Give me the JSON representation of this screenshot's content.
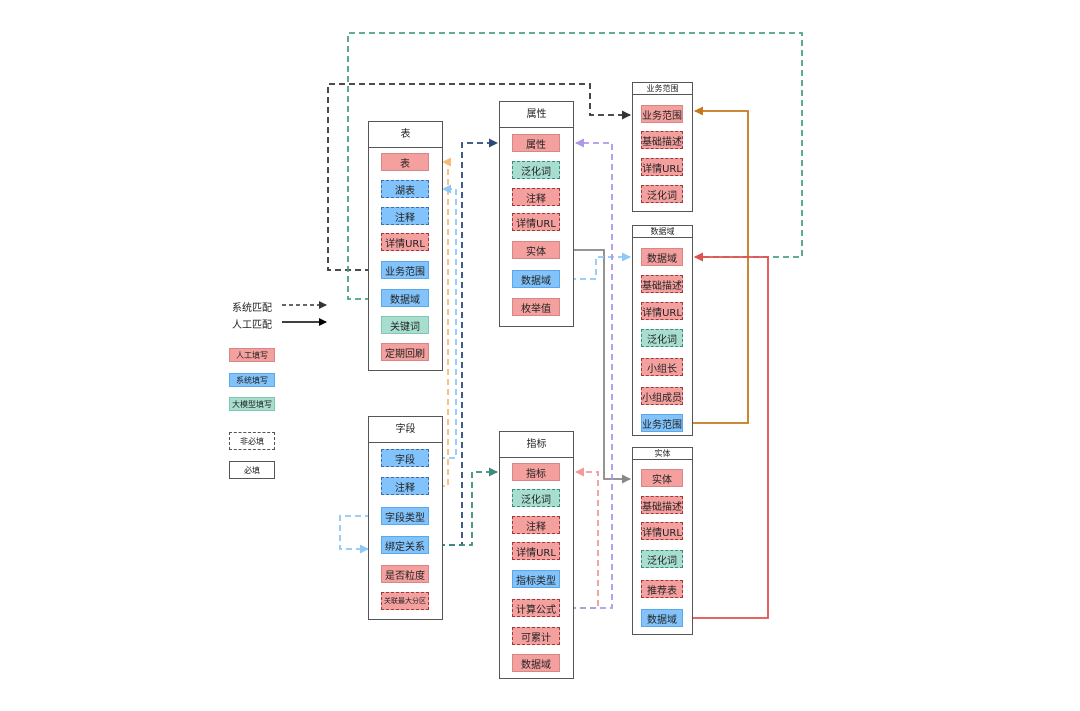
{
  "colors": {
    "manual": "#f4a09f",
    "manual_border": "#d98786",
    "system": "#82c3fb",
    "system_border": "#5aa7ec",
    "llm": "#a8ded0",
    "llm_border": "#82c7b6",
    "conn_system": "#333333",
    "conn_green": "#4aa08b",
    "conn_orange": "#c47a1c",
    "conn_red": "#e25050",
    "conn_navy": "#2b4a7a",
    "conn_peach": "#f5bb7a",
    "conn_lightblue": "#8ec8f6",
    "conn_purple": "#b197ea",
    "conn_gray": "#888888",
    "conn_salmon": "#f09a9a",
    "conn_teal": "#3c8c7c"
  },
  "legend": {
    "system_match": "系统匹配",
    "manual_match": "人工匹配",
    "manual_fill": "人工填写",
    "system_fill": "系统填写",
    "llm_fill": "大模型填写",
    "optional": "非必填",
    "required": "必填"
  },
  "entities": [
    {
      "id": "table",
      "title": "表",
      "fields": [
        {
          "label": "表",
          "kind": "manual",
          "required": true
        },
        {
          "label": "湖表",
          "kind": "system",
          "required": false
        },
        {
          "label": "注释",
          "kind": "system",
          "required": false
        },
        {
          "label": "详情URL",
          "kind": "manual",
          "required": false
        },
        {
          "label": "业务范围",
          "kind": "system",
          "required": true
        },
        {
          "label": "数据域",
          "kind": "system",
          "required": true
        },
        {
          "label": "关键词",
          "kind": "llm",
          "required": true
        },
        {
          "label": "定期回刷",
          "kind": "manual",
          "required": true
        }
      ]
    },
    {
      "id": "field",
      "title": "字段",
      "fields": [
        {
          "label": "字段",
          "kind": "system",
          "required": false
        },
        {
          "label": "注释",
          "kind": "system",
          "required": false
        },
        {
          "label": "字段类型",
          "kind": "system",
          "required": true
        },
        {
          "label": "绑定关系",
          "kind": "system",
          "required": true
        },
        {
          "label": "是否粒度",
          "kind": "manual",
          "required": true
        },
        {
          "label": "关联最大分区",
          "kind": "manual",
          "required": false,
          "small": true
        }
      ]
    },
    {
      "id": "attr",
      "title": "属性",
      "fields": [
        {
          "label": "属性",
          "kind": "manual",
          "required": true
        },
        {
          "label": "泛化词",
          "kind": "llm",
          "required": false
        },
        {
          "label": "注释",
          "kind": "manual",
          "required": false
        },
        {
          "label": "详情URL",
          "kind": "manual",
          "required": false
        },
        {
          "label": "实体",
          "kind": "manual",
          "required": true
        },
        {
          "label": "数据域",
          "kind": "system",
          "required": true
        },
        {
          "label": "枚举值",
          "kind": "manual",
          "required": true
        }
      ]
    },
    {
      "id": "metric",
      "title": "指标",
      "fields": [
        {
          "label": "指标",
          "kind": "manual",
          "required": true
        },
        {
          "label": "泛化词",
          "kind": "llm",
          "required": false
        },
        {
          "label": "注释",
          "kind": "manual",
          "required": false
        },
        {
          "label": "详情URL",
          "kind": "manual",
          "required": false
        },
        {
          "label": "指标类型",
          "kind": "system",
          "required": true
        },
        {
          "label": "计算公式",
          "kind": "manual",
          "required": false
        },
        {
          "label": "可累计",
          "kind": "manual",
          "required": false
        },
        {
          "label": "数据域",
          "kind": "manual",
          "required": true
        }
      ]
    },
    {
      "id": "biz",
      "title": "业务范围",
      "fields": [
        {
          "label": "业务范围",
          "kind": "manual",
          "required": true
        },
        {
          "label": "基础描述",
          "kind": "manual",
          "required": false
        },
        {
          "label": "详情URL",
          "kind": "manual",
          "required": false
        },
        {
          "label": "泛化词",
          "kind": "manual",
          "required": false
        }
      ]
    },
    {
      "id": "domain",
      "title": "数据域",
      "fields": [
        {
          "label": "数据域",
          "kind": "manual",
          "required": true
        },
        {
          "label": "基础描述",
          "kind": "manual",
          "required": false
        },
        {
          "label": "详情URL",
          "kind": "manual",
          "required": false
        },
        {
          "label": "泛化词",
          "kind": "llm",
          "required": false
        },
        {
          "label": "小组长",
          "kind": "manual",
          "required": false
        },
        {
          "label": "小组成员",
          "kind": "manual",
          "required": false
        },
        {
          "label": "业务范围",
          "kind": "system",
          "required": true
        }
      ]
    },
    {
      "id": "entity",
      "title": "实体",
      "fields": [
        {
          "label": "实体",
          "kind": "manual",
          "required": true
        },
        {
          "label": "基础描述",
          "kind": "manual",
          "required": false
        },
        {
          "label": "详情URL",
          "kind": "manual",
          "required": false
        },
        {
          "label": "泛化词",
          "kind": "llm",
          "required": false
        },
        {
          "label": "推荐表",
          "kind": "manual",
          "required": false
        },
        {
          "label": "数据域",
          "kind": "system",
          "required": true
        }
      ]
    }
  ]
}
